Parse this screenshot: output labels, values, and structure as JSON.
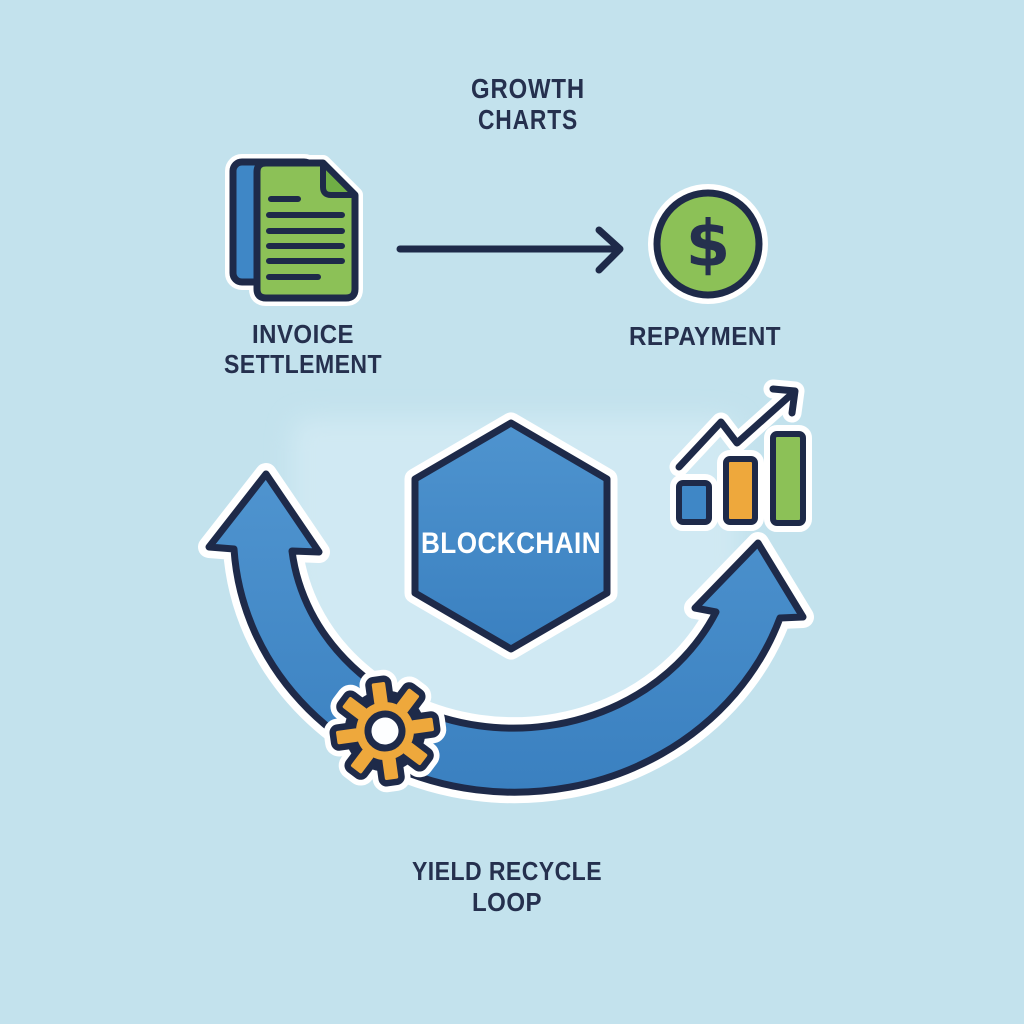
{
  "diagram": {
    "header": {
      "line1": "GROWTH",
      "line2": "CHARTS"
    },
    "invoice": {
      "line1": "INVOICE",
      "line2": "SETTLEMENT",
      "icon": "document-pages-icon"
    },
    "flow": {
      "icon": "right-arrow-icon"
    },
    "repayment": {
      "label": "REPAYMENT",
      "symbol": "$",
      "icon": "dollar-coin-icon"
    },
    "blockchain": {
      "label": "BLOCKCHAIN",
      "icon": "hexagon-badge"
    },
    "growth_chart": {
      "icon": "rising-bar-chart-icon"
    },
    "process": {
      "icon": "gear-icon"
    },
    "loop": {
      "line1": "YIELD RECYCLE",
      "line2": "LOOP",
      "icon": "curved-loop-arrow"
    }
  },
  "colors": {
    "background": "#c3e2ed",
    "loop_inner_tint": "#d0e9f3",
    "navy_outline": "#1e2a49",
    "text_navy": "#25304e",
    "blue": "#3f87c6",
    "blue_gradient_top": "#4f94cf",
    "blue_gradient_bottom": "#3a80c0",
    "green": "#8cc157",
    "green_fold": "#6fae45",
    "orange": "#eea83c",
    "white_outline": "#ffffff"
  }
}
